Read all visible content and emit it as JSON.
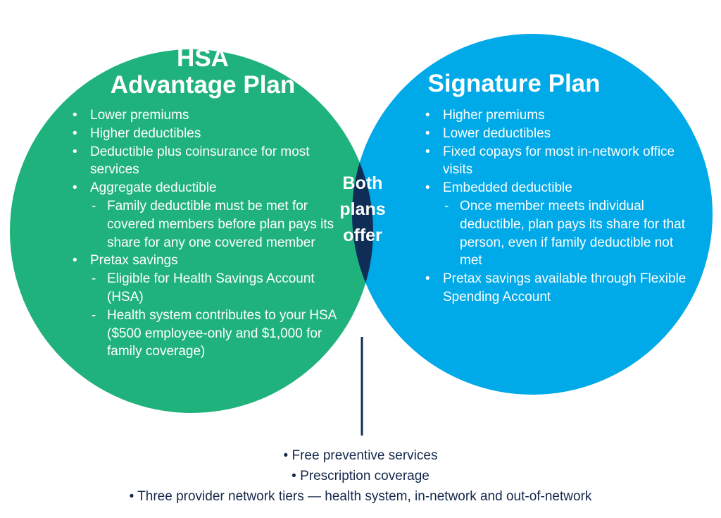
{
  "colors": {
    "left_circle": "#20b27c",
    "right_circle": "#00a9e8",
    "overlap": "#0f2d55",
    "connector": "#0f2d55",
    "shared_text": "#15284b"
  },
  "left": {
    "title_line1": "HSA",
    "title_line2": "Advantage Plan",
    "bullets": [
      {
        "text": "Lower premiums"
      },
      {
        "text": "Higher deductibles"
      },
      {
        "text": "Deductible plus coinsurance for most services"
      },
      {
        "text": "Aggregate deductible",
        "subs": [
          "Family deductible must be met for covered members before plan pays its share for any one covered member"
        ]
      },
      {
        "text": "Pretax savings",
        "subs": [
          "Eligible for Health Savings Account (HSA)",
          "Health system contributes to your HSA ($500 employee-only and $1,000 for family coverage)"
        ]
      }
    ]
  },
  "right": {
    "title": "Signature Plan",
    "bullets": [
      {
        "text": "Higher premiums"
      },
      {
        "text": "Lower deductibles"
      },
      {
        "text": "Fixed copays for most in-network office visits"
      },
      {
        "text": "Embedded deductible",
        "subs": [
          "Once member meets individual deductible, plan pays its share for that person, even if family deductible not met"
        ]
      },
      {
        "text": "Pretax savings available through Flexible Spending Account"
      }
    ]
  },
  "overlap": {
    "line1": "Both",
    "line2": "plans",
    "line3": "offer"
  },
  "shared": [
    "• Free preventive services",
    "• Prescription coverage",
    "• Three provider network tiers — health system, in-network and out-of-network"
  ]
}
